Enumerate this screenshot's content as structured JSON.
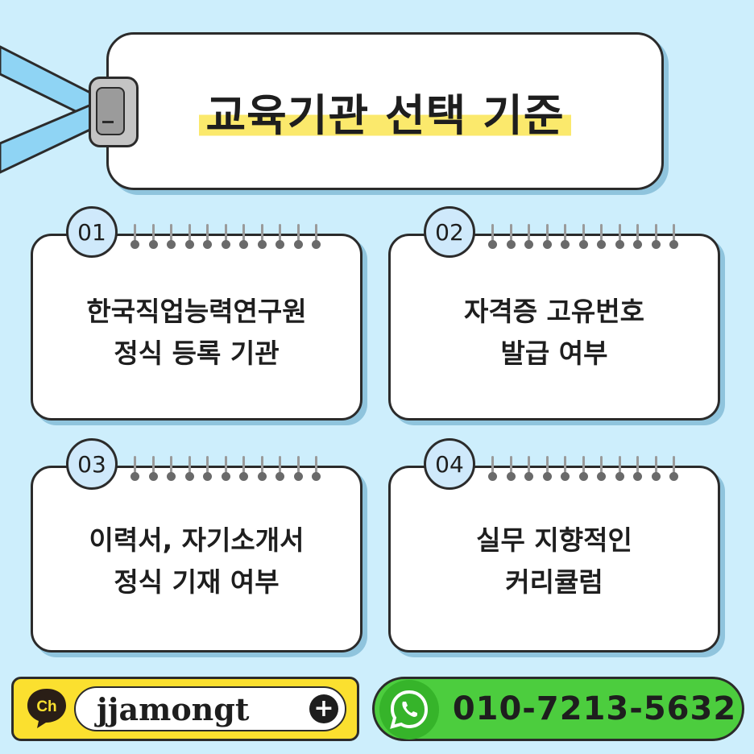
{
  "title": "교육기관 선택 기준",
  "cards": [
    {
      "number": "01",
      "text": "한국직업능력연구원\n정식 등록 기관"
    },
    {
      "number": "02",
      "text": "자격증 고유번호\n발급 여부"
    },
    {
      "number": "03",
      "text": "이력서, 자기소개서\n정식 기재 여부"
    },
    {
      "number": "04",
      "text": "실무 지향적인\n커리큘럼"
    }
  ],
  "kakao": {
    "logo_text": "Ch",
    "id": "jjamongt",
    "plus": "+",
    "icon": "kakao-channel-icon"
  },
  "whatsapp": {
    "phone": "010-7213-5632",
    "icon": "whatsapp-icon"
  },
  "colors": {
    "background": "#cdeefc",
    "highlight": "#fbe96c",
    "kakao": "#fbe02f",
    "whatsapp": "#4ccd3e",
    "number_badge": "#cfe9fb"
  }
}
